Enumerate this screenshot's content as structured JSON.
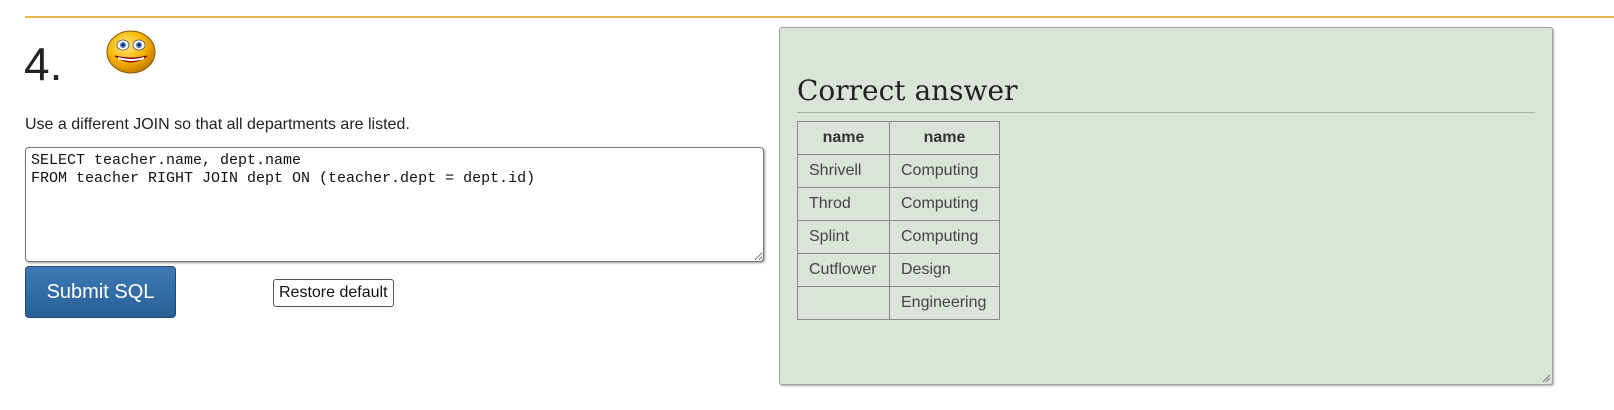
{
  "question": {
    "number": "4.",
    "prompt": "Use a different JOIN so that all departments are listed.",
    "sql": "SELECT teacher.name, dept.name\nFROM teacher RIGHT JOIN dept ON (teacher.dept = dept.id)"
  },
  "buttons": {
    "submit_label": "Submit SQL",
    "restore_label": "Restore default"
  },
  "answer": {
    "heading": "Correct answer",
    "columns": [
      "name",
      "name"
    ],
    "rows": [
      [
        "Shrivell",
        "Computing"
      ],
      [
        "Throd",
        "Computing"
      ],
      [
        "Splint",
        "Computing"
      ],
      [
        "Cutflower",
        "Design"
      ],
      [
        "",
        "Engineering"
      ]
    ]
  },
  "colors": {
    "accent_rule": "#e8b44c",
    "submit_button": "#2f6aa6",
    "answer_panel_bg": "#dae4d9"
  },
  "icons": {
    "status": "smiley-face-icon"
  }
}
